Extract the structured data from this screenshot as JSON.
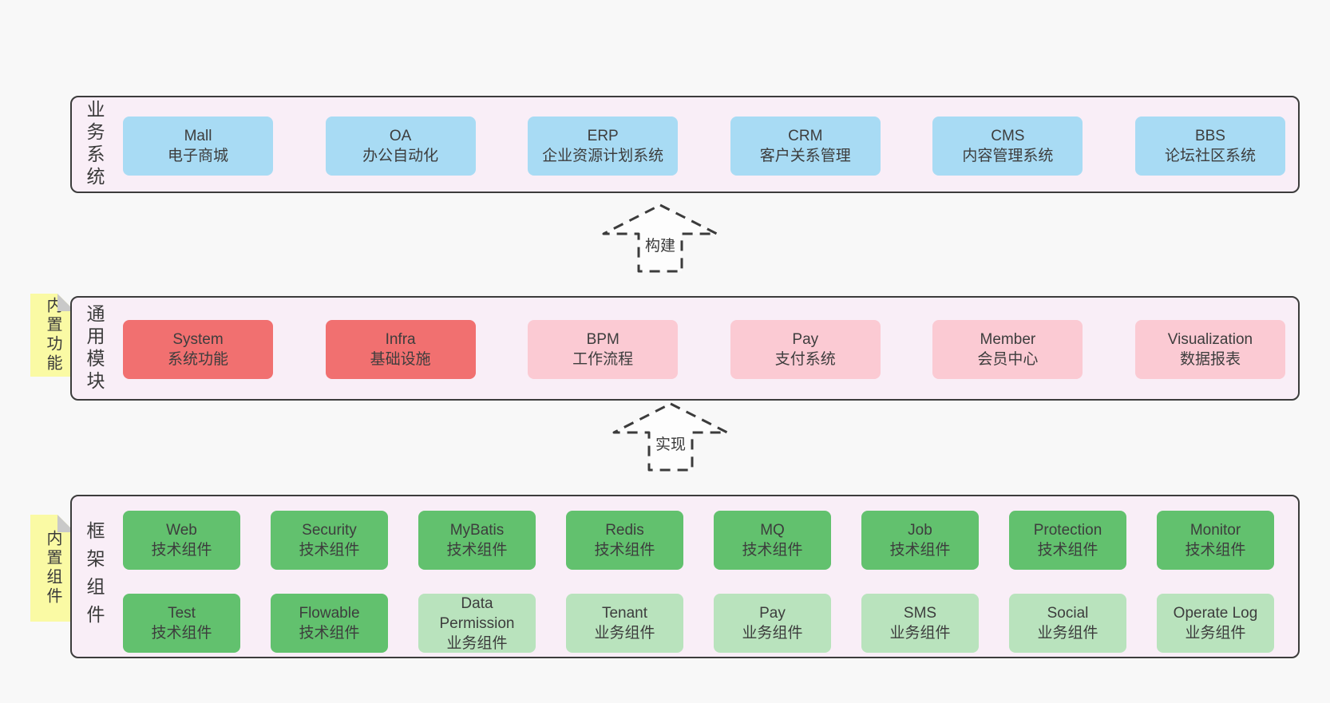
{
  "arrows": {
    "build_label": "构建",
    "implement_label": "实现"
  },
  "panels": {
    "business": {
      "label": "业务系统",
      "boxes": [
        {
          "title": "Mall",
          "subtitle": "电子商城"
        },
        {
          "title": "OA",
          "subtitle": "办公自动化"
        },
        {
          "title": "ERP",
          "subtitle": "企业资源计划系统"
        },
        {
          "title": "CRM",
          "subtitle": "客户关系管理"
        },
        {
          "title": "CMS",
          "subtitle": "内容管理系统"
        },
        {
          "title": "BBS",
          "subtitle": "论坛社区系统"
        }
      ]
    },
    "modules": {
      "label": "通用模块",
      "sticky": "内置功能",
      "boxes": [
        {
          "title": "System",
          "subtitle": "系统功能",
          "type": "core"
        },
        {
          "title": "Infra",
          "subtitle": "基础设施",
          "type": "core"
        },
        {
          "title": "BPM",
          "subtitle": "工作流程",
          "type": "optional"
        },
        {
          "title": "Pay",
          "subtitle": "支付系统",
          "type": "optional"
        },
        {
          "title": "Member",
          "subtitle": "会员中心",
          "type": "optional"
        },
        {
          "title": "Visualization",
          "subtitle": "数据报表",
          "type": "optional"
        }
      ]
    },
    "framework": {
      "label": "框架组件",
      "sticky": "内置组件",
      "row1": [
        {
          "title": "Web",
          "subtitle": "技术组件",
          "type": "tech"
        },
        {
          "title": "Security",
          "subtitle": "技术组件",
          "type": "tech"
        },
        {
          "title": "MyBatis",
          "subtitle": "技术组件",
          "type": "tech"
        },
        {
          "title": "Redis",
          "subtitle": "技术组件",
          "type": "tech"
        },
        {
          "title": "MQ",
          "subtitle": "技术组件",
          "type": "tech"
        },
        {
          "title": "Job",
          "subtitle": "技术组件",
          "type": "tech"
        },
        {
          "title": "Protection",
          "subtitle": "技术组件",
          "type": "tech"
        },
        {
          "title": "Monitor",
          "subtitle": "技术组件",
          "type": "tech"
        }
      ],
      "row2": [
        {
          "title": "Test",
          "subtitle": "技术组件",
          "type": "tech"
        },
        {
          "title": "Flowable",
          "subtitle": "技术组件",
          "type": "tech"
        },
        {
          "title": "Data Permission",
          "subtitle": "业务组件",
          "type": "biz"
        },
        {
          "title": "Tenant",
          "subtitle": "业务组件",
          "type": "biz"
        },
        {
          "title": "Pay",
          "subtitle": "业务组件",
          "type": "biz"
        },
        {
          "title": "SMS",
          "subtitle": "业务组件",
          "type": "biz"
        },
        {
          "title": "Social",
          "subtitle": "业务组件",
          "type": "biz"
        },
        {
          "title": "Operate Log",
          "subtitle": "业务组件",
          "type": "biz"
        }
      ]
    }
  },
  "colors": {
    "page_background": "#f8f8f8",
    "panel_fill": "#f9eef7",
    "panel_border": "#3c3c3c",
    "business_box": "#a8dbf4",
    "core_module_box": "#f17070",
    "optional_module_box": "#fbcad3",
    "tech_component_box": "#62c16e",
    "biz_component_box": "#b9e3bd",
    "sticky_note": "#fafaa4",
    "sticky_fold": "#c9c9c9",
    "text": "#3d3d3d"
  }
}
